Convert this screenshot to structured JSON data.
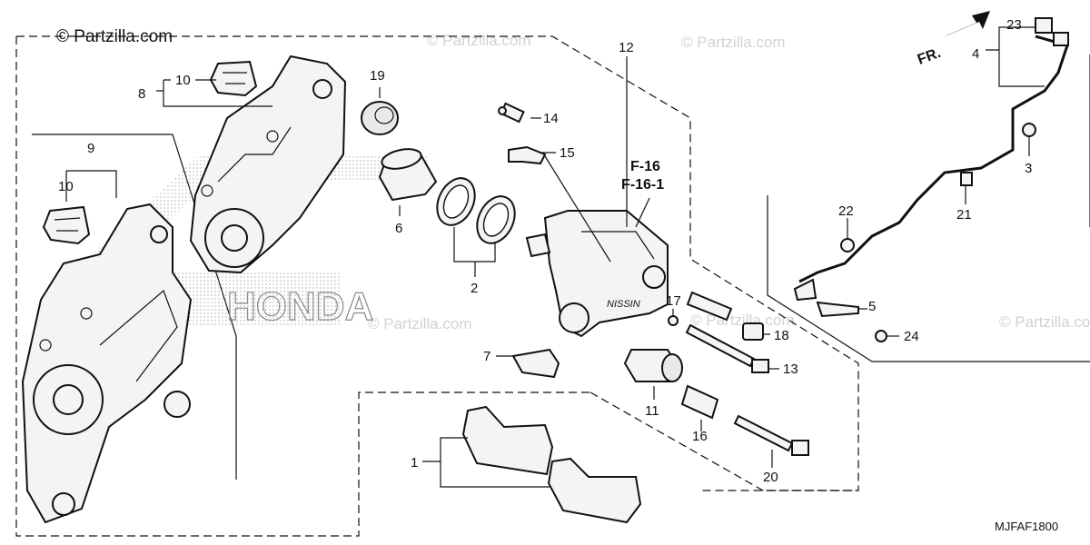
{
  "copyright": "© Partzilla.com",
  "watermark": "© Partzilla.com",
  "diagram_code": "MJFAF1800",
  "front_indicator": "FR.",
  "brand_mark": "HONDA",
  "ref_codes": [
    "F-16",
    "F-16-1"
  ],
  "callouts": {
    "c1": "1",
    "c2": "2",
    "c3": "3",
    "c4": "4",
    "c5": "5",
    "c6": "6",
    "c7": "7",
    "c8": "8",
    "c9": "9",
    "c10a": "10",
    "c10b": "10",
    "c11": "11",
    "c12": "12",
    "c13": "13",
    "c14": "14",
    "c15": "15",
    "c16": "16",
    "c17": "17",
    "c18": "18",
    "c19": "19",
    "c20": "20",
    "c21": "21",
    "c22": "22",
    "c23": "23",
    "c24": "24"
  }
}
